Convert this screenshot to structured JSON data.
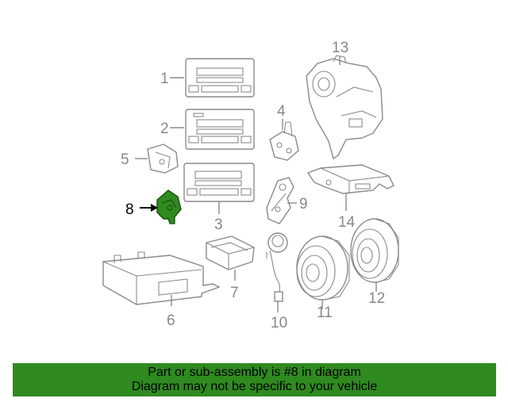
{
  "diagram": {
    "callouts": [
      "1",
      "2",
      "3",
      "4",
      "5",
      "6",
      "7",
      "8",
      "9",
      "10",
      "11",
      "12",
      "13",
      "14"
    ],
    "highlighted_callout": "8",
    "highlight_color": "#2f8a1f"
  },
  "footer": {
    "line1": "Part or sub-assembly is #8 in diagram",
    "line2": "Diagram may not be specific to your vehicle",
    "background": "#2f8a1f"
  }
}
